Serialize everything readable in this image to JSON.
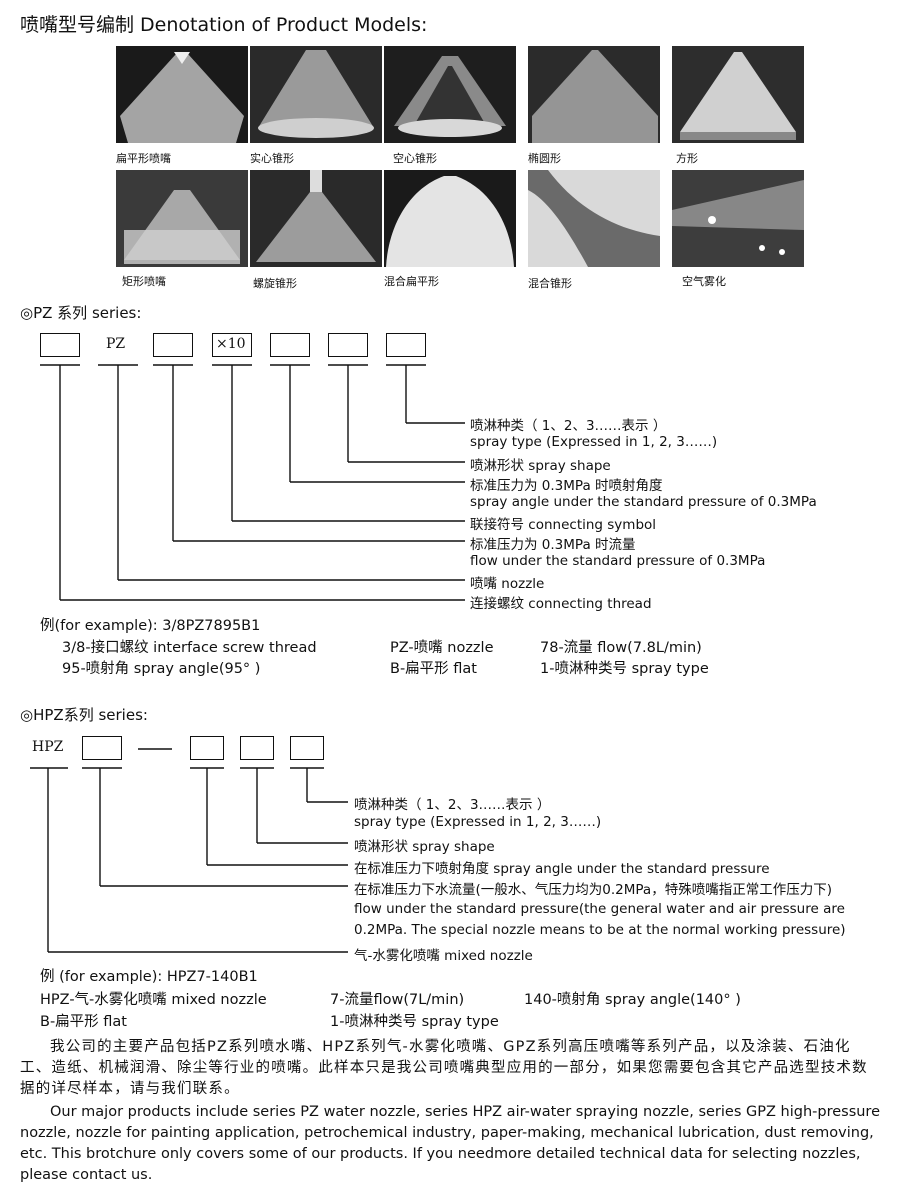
{
  "title": "喷嘴型号编制 Denotation of Product Models:",
  "photos_row1": [
    "扁平形喷嘴",
    "实心锥形",
    "空心锥形",
    "椭圆形",
    "方形"
  ],
  "photos_row2": [
    "矩形喷嘴",
    "螺旋锥形",
    "混合扁平形",
    "混合锥形",
    "空气雾化"
  ],
  "pz": {
    "heading": "◎PZ 系列 series:",
    "label_pz": "PZ",
    "label_x10": "×10",
    "desc": [
      "喷淋种类（ 1、2、3……表示 ）",
      "spray type (Expressed in 1, 2, 3……)",
      "喷淋形状 spray shape",
      "标准压力为 0.3MPa 时喷射角度",
      "spray angle under the standard pressure of 0.3MPa",
      "联接符号 connecting symbol",
      "标准压力为 0.3MPa 时流量",
      "flow under the standard pressure of 0.3MPa",
      "喷嘴 nozzle",
      "连接螺纹 connecting thread"
    ],
    "example_title": "例(for example): 3/8PZ7895B1",
    "example": [
      "3/8-接口螺纹 interface screw thread",
      "PZ-喷嘴 nozzle",
      "78-流量 flow(7.8L/min)",
      "95-喷射角 spray angle(95° )",
      "B-扁平形 flat",
      "1-喷淋种类号 spray type"
    ]
  },
  "hpz": {
    "heading": "◎HPZ系列 series:",
    "label_hpz": "HPZ",
    "desc": [
      "喷淋种类（ 1、2、3……表示 ）",
      "spray type (Expressed in 1, 2, 3……)",
      "喷淋形状 spray shape",
      "在标准压力下喷射角度 spray angle under the standard pressure",
      "在标准压力下水流量(一般水、气压力均为0.2MPa，特殊喷嘴指正常工作压力下)",
      "flow under the standard pressure(the general water and air pressure are",
      "0.2MPa. The special nozzle means to be at the normal working pressure)",
      "气-水雾化喷嘴 mixed nozzle"
    ],
    "example_title": "例 (for example): HPZ7-140B1",
    "example": [
      "HPZ-气-水雾化喷嘴 mixed nozzle",
      "7-流量flow(7L/min)",
      "140-喷射角  spray angle(140° )",
      "B-扁平形 flat",
      "1-喷淋种类号 spray type"
    ]
  },
  "paragraph_cn": "我公司的主要产品包括PZ系列喷水嘴、HPZ系列气-水雾化喷嘴、GPZ系列高压喷嘴等系列产品，以及涂装、石油化工、造纸、机械润滑、除尘等行业的喷嘴。此样本只是我公司喷嘴典型应用的一部分，如果您需要包含其它产品选型技术数据的详尽样本，请与我们联系。",
  "paragraph_en": "Our major products include series PZ water nozzle, series HPZ air-water spraying nozzle, series GPZ high-pressure nozzle, nozzle for painting application, petrochemical industry, paper-making, mechanical lubrication, dust removing, etc. This brotchure only covers some of our products. If you needmore detailed technical data for selecting nozzles, please contact us."
}
